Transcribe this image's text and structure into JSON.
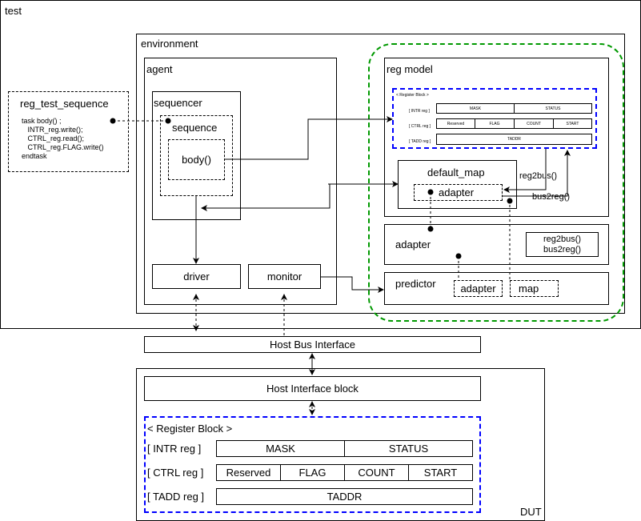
{
  "test": {
    "label": "test"
  },
  "environment": {
    "label": "environment"
  },
  "agent": {
    "label": "agent",
    "sequencer": "sequencer",
    "sequence": "sequence",
    "body": "body()",
    "driver": "driver",
    "monitor": "monitor"
  },
  "reg_test_sequence": {
    "title": "reg_test_sequence",
    "code": [
      "task body() ;",
      "   INTR_reg.write();",
      "   CTRL_reg.read();",
      "   CTRL_reg.FLAG.write()",
      "endtask"
    ]
  },
  "reg_model": {
    "label": "reg model",
    "block_title": "< Register Block >",
    "rows": [
      {
        "label": "[ INTR reg ]",
        "fields": [
          "MASK",
          "STATUS"
        ]
      },
      {
        "label": "[ CTRL reg ]",
        "fields": [
          "Reserved",
          "FLAG",
          "COUNT",
          "START"
        ]
      },
      {
        "label": "[ TADD reg ]",
        "fields": [
          "TADDR"
        ]
      }
    ],
    "default_map": "default_map",
    "adapter": "adapter",
    "reg2bus": "reg2bus()",
    "bus2reg": "bus2reg()"
  },
  "adapter_box": {
    "label": "adapter",
    "methods": "reg2bus()\nbus2reg()"
  },
  "predictor": {
    "label": "predictor",
    "adapter": "adapter",
    "map": "map"
  },
  "host_bus_interface": "Host Bus Interface",
  "dut": {
    "label": "DUT",
    "host_interface_block": "Host Interface block",
    "block_title": "< Register Block >",
    "rows": [
      {
        "label": "[ INTR reg ]",
        "fields": [
          "MASK",
          "STATUS"
        ]
      },
      {
        "label": "[ CTRL reg ]",
        "fields": [
          "Reserved",
          "FLAG",
          "COUNT",
          "START"
        ]
      },
      {
        "label": "[ TADD reg ]",
        "fields": [
          "TADDR"
        ]
      }
    ]
  },
  "colors": {
    "reg_block_border": "#0000ff",
    "reg_model_group": "#009900"
  }
}
